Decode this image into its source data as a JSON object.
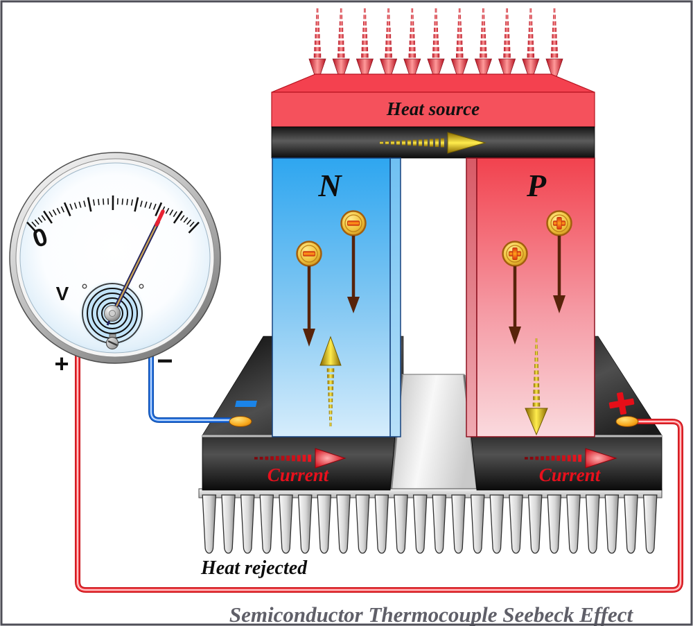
{
  "caption": "Semiconductor Thermocouple Seebeck Effect",
  "heat_source": {
    "label": "Heat source",
    "arrow_count": 11
  },
  "pillars": {
    "n_label": "N",
    "p_label": "P"
  },
  "carriers": {
    "electron_symbol": "−",
    "hole_symbol": "+",
    "electron_count": 2,
    "hole_count": 2
  },
  "cold_side": {
    "left_current_label": "Current",
    "right_current_label": "Current",
    "plate_minus_mark": "−",
    "plate_plus_mark": "+"
  },
  "heatsink": {
    "label": "Heat rejected",
    "fin_count": 24
  },
  "voltmeter": {
    "zero_label": "0",
    "unit_label": "V",
    "plus_terminal": "+",
    "minus_terminal": "−",
    "tick_count": 41
  },
  "colors": {
    "heat_red": "#f5515c",
    "n_blue": "#2ea6f0",
    "p_pink": "#f2424e",
    "junction_dark": "#1a1a1a",
    "current_red": "#e8101c",
    "wire_red": "#ea1b22",
    "wire_blue": "#2f7ae8",
    "coin_gold": "#f0c23c",
    "connector_orange": "#f7a81c",
    "caption_gray": "#5f5f68",
    "heatsink_gray": "#c9c9c9"
  }
}
